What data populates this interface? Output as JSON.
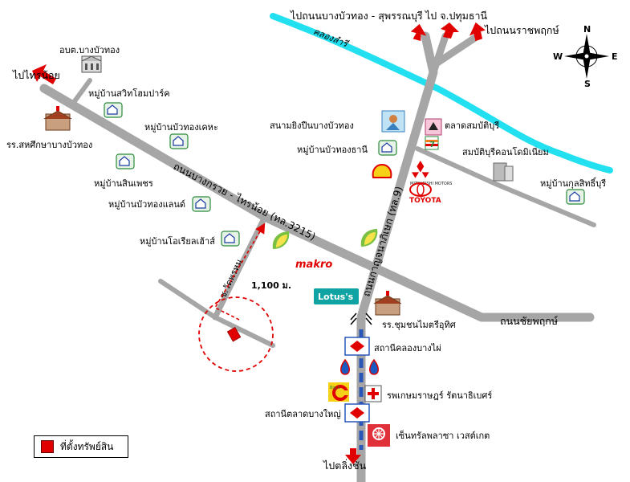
{
  "compass": {
    "n": "N",
    "s": "S",
    "e": "E",
    "w": "W"
  },
  "directions": {
    "to_bang_bua_thong_suphan": "ไปถนนบางบัวทอง - สุพรรณบุรี",
    "to_pathum_thani": "ไป จ.ปทุมธานี",
    "to_ratchaphruek": "ไปถนนราชพฤกษ์",
    "to_sai_noi": "ไปไทรน้อย",
    "to_ling_chan": "ไปตลิ่งชัน"
  },
  "roads": {
    "bang_kruai_sai_noi": "ถนนบางกรวย - ไทรน้อย (ทล.3215)",
    "kanchanaphisek": "ถนนกาญจนาภิเษก (ทล.9)",
    "chaiyaphruek": "ถนนชัยพฤกษ์",
    "soi_wat_phrom": "ซ.วัดพรหม",
    "canal": "คลองลำรี"
  },
  "places": {
    "abt_bang_bua_thong": "อบต.บางบัวทอง",
    "switch_home_park": "หมู่บ้านสวิทโฮมปาร์ค",
    "school_sahasueksa": "รร.สหศึกษาบางบัวทอง",
    "thong_khaha": "หมู่บ้านบัวทองเคหะ",
    "sinphet": "หมู่บ้านสินเพชร",
    "bua_thong_land": "หมู่บ้านบัวทองแลนด์",
    "oriental": "หมู่บ้านโอเรียลเฮ้าส์",
    "shooting_range": "สนามยิงปืนบางบัวทอง",
    "bua_thong_thani": "หมู่บ้านบัวทองธานี",
    "market_sombat": "ตลาดสมบัติบุรี",
    "sombat_condo": "สมบัติบุรีคอนโดมิเนียม",
    "kulsitburi": "หมู่บ้านกุลสิทธิ์บุรี",
    "makro": "makro",
    "lotus": "Lotus's",
    "school_chumchon": "รร.ชุมชนไมตรีอุทิศ",
    "station_song_bang_phai": "สถานีคลองบางไผ่",
    "hospital": "รพเกษมราษฎร์ รัตนาธิเบศร์",
    "station_talad_bang_yai": "สถานีตลาดบางใหญ่",
    "central_westgate": "เซ็นทรัลพลาซา เวสต์เกต",
    "toyota": "TOYOTA",
    "mitsubishi": "MITSUBISHI MOTORS",
    "seven_eleven": "7",
    "big_c": "Big C"
  },
  "distance": "1,100 ม.",
  "legend": {
    "label": "ที่ตั้งทรัพย์สิน"
  },
  "colors": {
    "road": "#a6a6a6",
    "canal": "#22e0f0",
    "arrow": "#e00000",
    "marker": "#e00000",
    "route": "#e00000",
    "rail": "#2a56b8"
  }
}
